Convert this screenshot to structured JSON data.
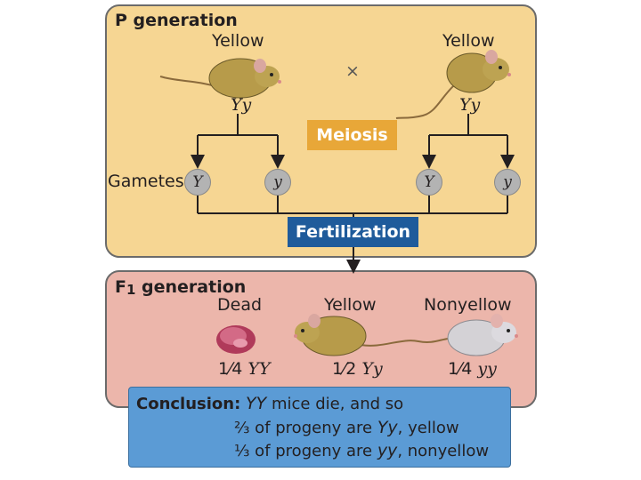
{
  "p_generation": {
    "title": "P generation",
    "left_parent": {
      "phenotype": "Yellow",
      "genotype": "Yy"
    },
    "right_parent": {
      "phenotype": "Yellow",
      "genotype": "Yy"
    },
    "cross_symbol": "×",
    "meiosis_label": "Meiosis",
    "gametes_label": "Gametes",
    "gametes": [
      "Y",
      "y",
      "Y",
      "y"
    ],
    "fertilization_label": "Fertilization"
  },
  "f1_generation": {
    "title_prefix": "F",
    "title_sub": "1",
    "title_suffix": " generation",
    "offspring": [
      {
        "phenotype": "Dead",
        "fraction": "1⁄4",
        "genotype": "YY"
      },
      {
        "phenotype": "Yellow",
        "fraction": "1⁄2",
        "genotype": "Yy"
      },
      {
        "phenotype": "Nonyellow",
        "fraction": "1⁄4",
        "genotype": "yy"
      }
    ]
  },
  "conclusion": {
    "label": "Conclusion:",
    "line1_genotype": "YY",
    "line1_text": " mice die, and so",
    "line2_fraction": "⅔",
    "line2_text": " of progeny are ",
    "line2_genotype": "Yy",
    "line2_tail": ", yellow",
    "line3_fraction": "⅓",
    "line3_text": " of progeny are ",
    "line3_genotype": "yy",
    "line3_tail": ", nonyellow"
  },
  "colors": {
    "p_panel": "#f6d693",
    "f1_panel": "#ecb6ab",
    "meiosis_box": "#e8a738",
    "fertilization_box": "#1f5b9b",
    "conclusion_box": "#5b9bd5",
    "gamete_circle": "#b3b3b3"
  }
}
